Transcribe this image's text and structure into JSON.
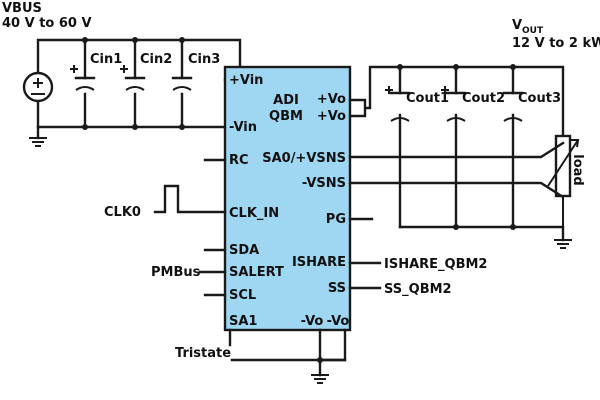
{
  "colors": {
    "module_fill": "#9fd6f2",
    "wire": "#1a1a1a",
    "text": "#111111"
  },
  "source": {
    "name": "VBUS",
    "range": "40 V to 60 V",
    "icon": "dc-source-icon"
  },
  "output": {
    "v": "V",
    "sub": "OUT",
    "range": "12 V to 2 kW"
  },
  "capacitors_in": [
    "Cin1",
    "Cin2",
    "Cin3"
  ],
  "capacitors_out": [
    "Cout1",
    "Cout2",
    "Cout3"
  ],
  "module": {
    "name_line1": "ADI",
    "name_line2": "QBM",
    "left_pins": [
      "+Vin",
      "-Vin",
      "RC",
      "CLK_IN",
      "SDA",
      "SALERT",
      "SCL",
      "SA1"
    ],
    "right_pins": [
      "+Vo",
      "+Vo",
      "SA0/+VSNS",
      "-VSNS",
      "PG",
      "ISHARE",
      "SS"
    ],
    "bottom_pins": [
      "-Vo",
      "-Vo"
    ]
  },
  "signals": {
    "clock": "CLK0",
    "pmbus": "PMBus",
    "tristate": "Tristate",
    "ishare_net": "ISHARE_QBM2",
    "ss_net": "SS_QBM2",
    "load": "load"
  }
}
